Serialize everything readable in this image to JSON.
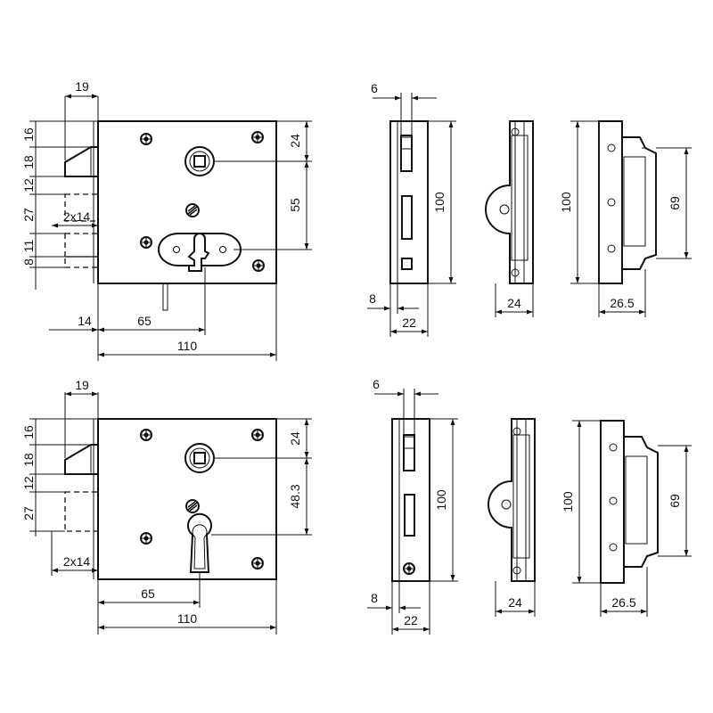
{
  "diagrams": [
    {
      "id": "top",
      "lock_dims": {
        "d19": "19",
        "d16": "16",
        "d18": "18",
        "d12": "12",
        "d27": "27",
        "d2x14": "2x14",
        "d11": "11",
        "d8": "8",
        "d24": "24",
        "d55": "55",
        "d14": "14",
        "d65": "65",
        "d110": "110"
      },
      "forend_dims": {
        "d6": "6",
        "d100": "100",
        "d8": "8",
        "d22": "22"
      },
      "keeper_dims": {
        "d24": "24"
      },
      "strike_dims": {
        "d100": "100",
        "d69": "69",
        "d26_5": "26.5"
      }
    },
    {
      "id": "bottom",
      "lock_dims": {
        "d19": "19",
        "d16": "16",
        "d18": "18",
        "d12": "12",
        "d27": "27",
        "d2x14": "2x14",
        "d24": "24",
        "d48_3": "48.3",
        "d65": "65",
        "d110": "110"
      },
      "forend_dims": {
        "d6": "6",
        "d100": "100",
        "d8": "8",
        "d22": "22"
      },
      "keeper_dims": {
        "d24": "24"
      },
      "strike_dims": {
        "d100": "100",
        "d69": "69",
        "d26_5": "26.5"
      }
    }
  ],
  "colors": {
    "line": "#111111",
    "background": "#ffffff"
  },
  "icons": {
    "screw": "phillips-screw-icon",
    "follower": "square-follower-icon",
    "keyhole": "lever-keyhole-icon",
    "cylinder": "euro-cylinder-icon"
  }
}
